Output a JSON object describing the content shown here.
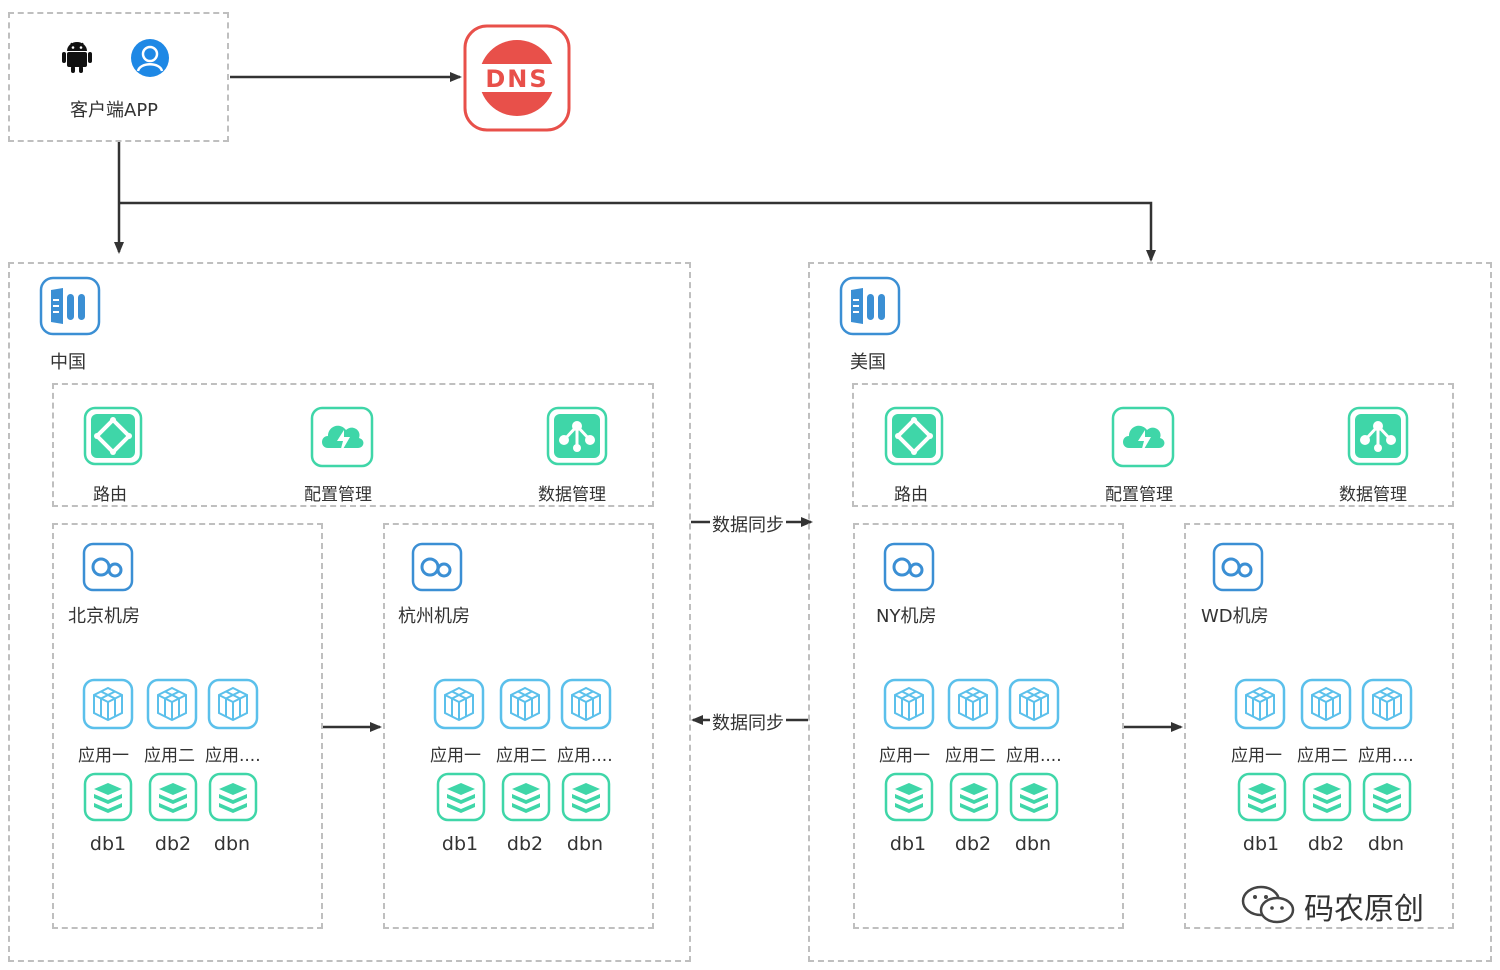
{
  "client": {
    "label": "客户端APP",
    "icons": [
      "android-icon",
      "user-icon"
    ]
  },
  "dns": {
    "label": "DNS"
  },
  "sync_labels": {
    "forward": "数据同步",
    "backward": "数据同步"
  },
  "regions": [
    {
      "name": "中国",
      "services": [
        "路由",
        "配置管理",
        "数据管理"
      ],
      "rooms": [
        {
          "name": "北京机房",
          "apps": [
            "应用一",
            "应用二",
            "应用...."
          ],
          "dbs": [
            "db1",
            "db2",
            "dbn"
          ]
        },
        {
          "name": "杭州机房",
          "apps": [
            "应用一",
            "应用二",
            "应用...."
          ],
          "dbs": [
            "db1",
            "db2",
            "dbn"
          ]
        }
      ]
    },
    {
      "name": "美国",
      "services": [
        "路由",
        "配置管理",
        "数据管理"
      ],
      "rooms": [
        {
          "name": "NY机房",
          "apps": [
            "应用一",
            "应用二",
            "应用...."
          ],
          "dbs": [
            "db1",
            "db2",
            "dbn"
          ]
        },
        {
          "name": "WD机房",
          "apps": [
            "应用一",
            "应用二",
            "应用...."
          ],
          "dbs": [
            "db1",
            "db2",
            "dbn"
          ]
        }
      ]
    }
  ],
  "watermark": "码农原创",
  "colors": {
    "green": "#3fd6a8",
    "blue": "#3b8fd4",
    "dns_red": "#e8504a",
    "line": "#333333",
    "dash": "#bfbfbf"
  }
}
